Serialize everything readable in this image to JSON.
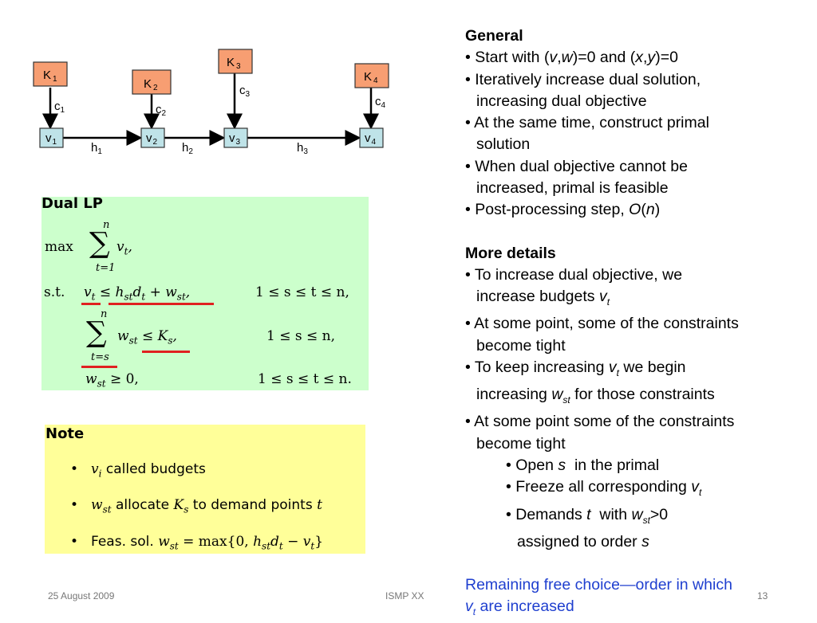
{
  "diagram": {
    "k_nodes": [
      {
        "label": "K",
        "sub": "1"
      },
      {
        "label": "K",
        "sub": "2"
      },
      {
        "label": "K",
        "sub": "3"
      },
      {
        "label": "K",
        "sub": "4"
      }
    ],
    "v_nodes": [
      {
        "label": "v",
        "sub": "1"
      },
      {
        "label": "v",
        "sub": "2"
      },
      {
        "label": "v",
        "sub": "3"
      },
      {
        "label": "v",
        "sub": "4"
      }
    ],
    "c_labels": [
      {
        "label": "c",
        "sub": "1"
      },
      {
        "label": "c",
        "sub": "2"
      },
      {
        "label": "c",
        "sub": "3"
      },
      {
        "label": "c",
        "sub": "4"
      }
    ],
    "h_labels": [
      {
        "label": "h",
        "sub": "1"
      },
      {
        "label": "h",
        "sub": "2"
      },
      {
        "label": "h",
        "sub": "3"
      }
    ]
  },
  "dual_lp": {
    "title": "Dual LP",
    "max": "max",
    "sum_top": "n",
    "sum_sym": "∑",
    "sum1_bottom": "t=1",
    "objective_term": "v_t ,",
    "st": "s.t.",
    "c1_range": "1 ≤ s ≤ t ≤ n,",
    "sum2_bottom": "t=s",
    "c2_range": "1 ≤ s ≤ n,",
    "c3_range": "1 ≤ s ≤ t ≤ n."
  },
  "note": {
    "title": "Note",
    "items": [
      {
        "text": "called budgets"
      },
      {
        "text": "allocate",
        "text2": "to demand points"
      },
      {
        "text": "Feas. sol."
      }
    ]
  },
  "right": {
    "general_heading": "General",
    "more_heading": "More details",
    "closing_line1": "Remaining free choice—order in which",
    "closing_line2": "are increased"
  },
  "footer": {
    "date": "25 August 2009",
    "center": "ISMP XX",
    "page": "13"
  },
  "colors": {
    "k_fill": "#f79e72",
    "v_fill": "#bfe3e8",
    "dual_bg": "#ccffcc",
    "note_bg": "#ffff99",
    "underline": "#e02020",
    "closing_text": "#1f3fcf"
  }
}
